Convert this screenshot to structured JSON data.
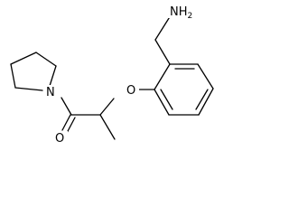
{
  "atoms": {
    "amine_n": "NH",
    "amine_h_count": "2",
    "ether_o": "O",
    "amide_n": "N",
    "carbonyl_o": "O"
  },
  "colors": {
    "bond": "#000000",
    "label": "#000000",
    "background": "#ffffff"
  }
}
